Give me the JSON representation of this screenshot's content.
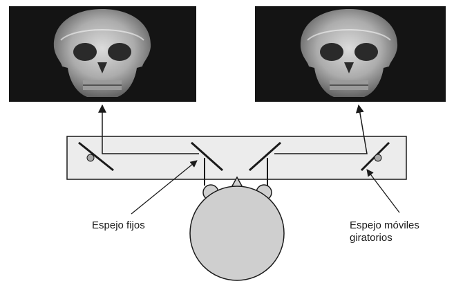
{
  "labels": {
    "fixed_mirror": "Espejo fijos",
    "moving_mirror_line1": "Espejo móviles",
    "moving_mirror_line2": "giratorios"
  },
  "colors": {
    "image_background": "#141414",
    "skull": "#d9d9d9",
    "bar_fill": "#ececec",
    "head_fill": "#cfcfcf",
    "stroke": "#1a1a1a",
    "pivot_fill": "#a8a8a8"
  },
  "icons": {
    "left_image": "skull-xray-icon",
    "right_image": "skull-xray-icon"
  }
}
